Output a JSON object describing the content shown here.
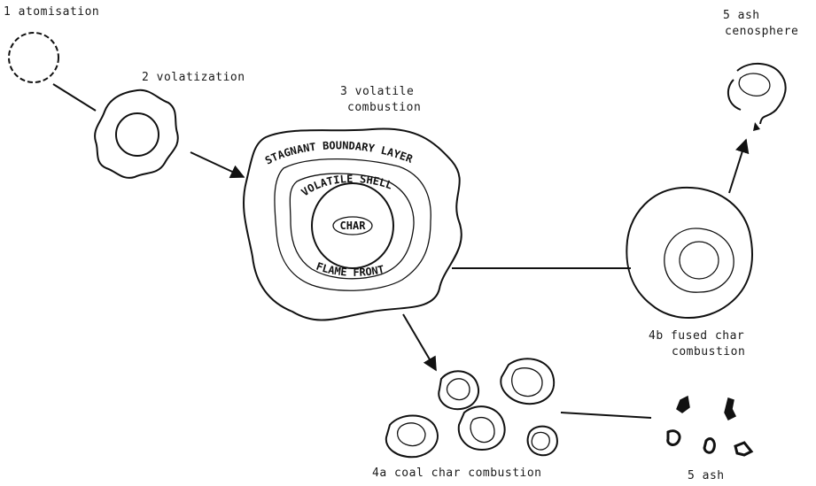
{
  "labels": {
    "step1": "1 atomisation",
    "step2": "2 volatization",
    "step3_line1": "3 volatile",
    "step3_line2": "combustion",
    "step5_top_line1": "5 ash",
    "step5_top_line2": "cenosphere",
    "step4b_line1": "4b fused char",
    "step4b_line2": "combustion",
    "step4a": "4a coal char combustion",
    "step5_bottom": "5 ash"
  },
  "particle_labels": {
    "boundary_layer": "STAGNANT BOUNDARY LAYER",
    "volatile_shell": "VOLATILE SHELL",
    "char": "CHAR",
    "flame_front": "FLAME FRONT"
  }
}
